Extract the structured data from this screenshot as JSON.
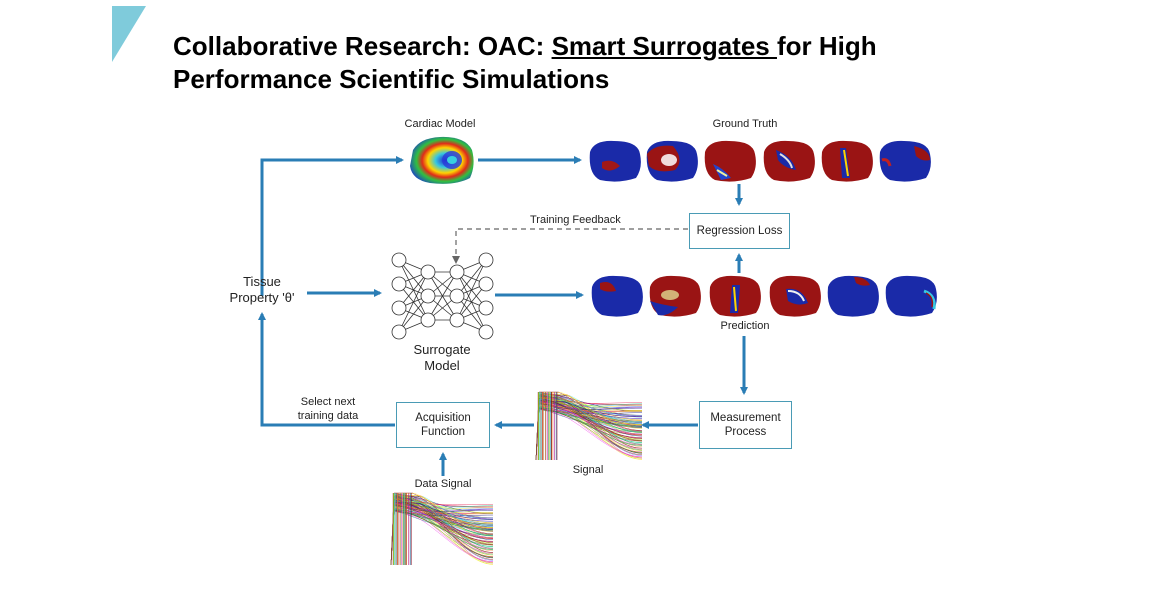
{
  "slide": {
    "title_part1": "Collaborative Research: OAC: ",
    "title_link": "Smart Surrogates ",
    "title_part2": "for High Performance Scientific Simulations",
    "accent_color": "#7fcbdb"
  },
  "diagram": {
    "cardiac_model": "Cardiac Model",
    "ground_truth": "Ground Truth",
    "training_feedback": "Training Feedback",
    "regression_loss": "Regression Loss",
    "tissue_line1": "Tissue",
    "tissue_line2": "Property 'θ'",
    "surrogate_line1": "Surrogate",
    "surrogate_line2": "Model",
    "prediction": "Prediction",
    "select_line1": "Select next",
    "select_line2": "training data",
    "acquisition_line1": "Acquisition",
    "acquisition_line2": "Function",
    "measurement_line1": "Measurement",
    "measurement_line2": "Process",
    "signal": "Signal",
    "data_signal": "Data Signal",
    "arrow_color": "#2a7db5"
  }
}
